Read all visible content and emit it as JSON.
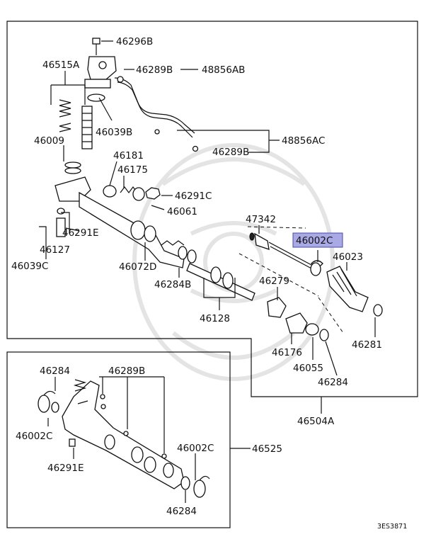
{
  "diagram": {
    "upper_frame": {
      "parts": {
        "p46296B": "46296B",
        "p46515A": "46515A",
        "p46289B_top": "46289B",
        "p48856AB": "48856AB",
        "p46039B": "46039B",
        "p48856AC": "48856AC",
        "p46009": "46009",
        "p46289B_mid": "46289B",
        "p46181": "46181",
        "p46175": "46175",
        "p46291C": "46291C",
        "p46061": "46061",
        "p47342": "47342",
        "p46002C_highlight": "46002C",
        "p46291E": "46291E",
        "p46127": "46127",
        "p46023": "46023",
        "p46039C": "46039C",
        "p46072D": "46072D",
        "p46279": "46279",
        "p46284B": "46284B",
        "p46128": "46128",
        "p46281": "46281",
        "p46176": "46176",
        "p46055": "46055",
        "p46284": "46284"
      },
      "assembly_label": "46504A"
    },
    "lower_frame": {
      "parts": {
        "p46284_top": "46284",
        "p46289B": "46289B",
        "p46002C_left": "46002C",
        "p46002C_right": "46002C",
        "p46291E": "46291E",
        "p46284_bottom": "46284"
      },
      "assembly_label": "46525"
    },
    "diagram_code": "3ES3871",
    "highlight_color": "#a9a9e6"
  }
}
